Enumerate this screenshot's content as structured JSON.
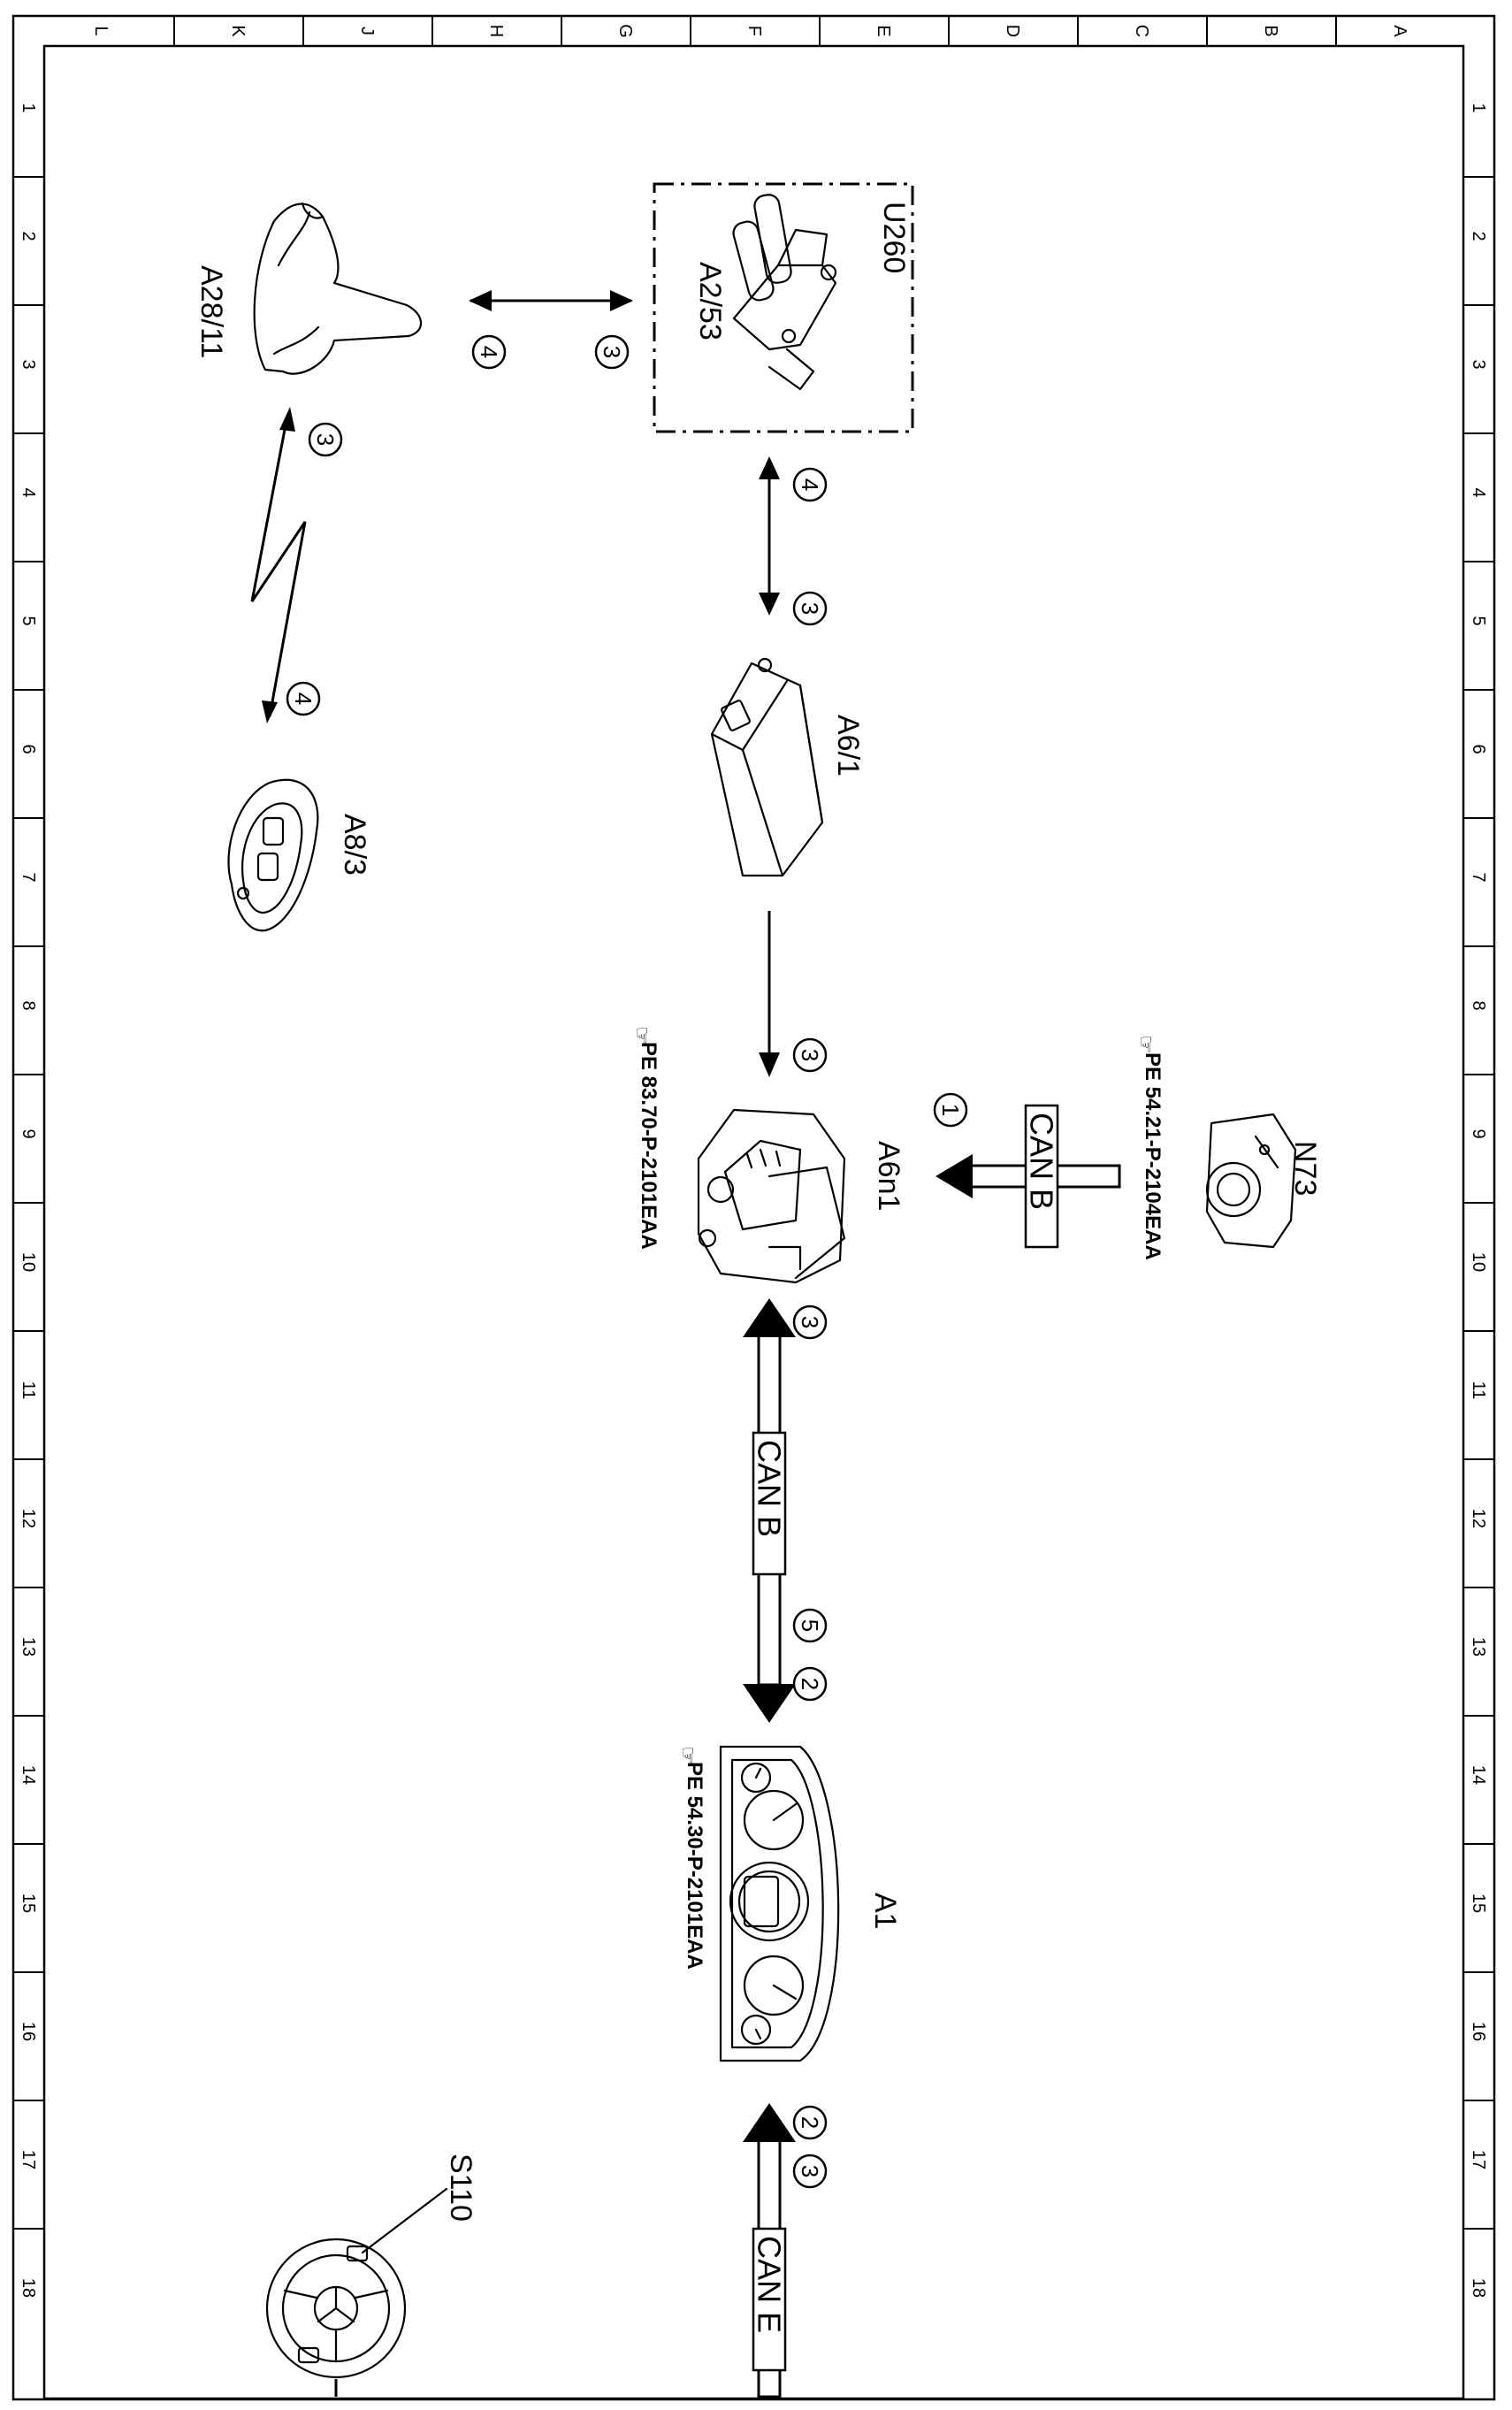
{
  "grid": {
    "columns": [
      "L",
      "K",
      "J",
      "H",
      "G",
      "F",
      "E",
      "D",
      "C",
      "B",
      "A"
    ],
    "rows": [
      "1",
      "2",
      "3",
      "4",
      "5",
      "6",
      "7",
      "8",
      "9",
      "10",
      "11",
      "12",
      "13",
      "14",
      "15",
      "16",
      "17",
      "18"
    ]
  },
  "components": {
    "u260": "U260",
    "a2_53": "A2/53",
    "a28_11": "A28/11",
    "a6_1": "A6/1",
    "a8_3": "A8/3",
    "a6n1": "A6n1",
    "n73": "N73",
    "a1": "A1",
    "s110": "S110"
  },
  "references": {
    "n73_ref": "PE 54.21-P-2104EAA",
    "a6n1_ref": "PE 83.70-P-2101EAA",
    "a1_ref": "PE 54.30-P-2101EAA"
  },
  "buses": {
    "can_b_upper": "CAN B",
    "can_b_lower": "CAN B",
    "can_e": "CAN E"
  },
  "markers": [
    "1",
    "2",
    "3",
    "4",
    "5"
  ]
}
